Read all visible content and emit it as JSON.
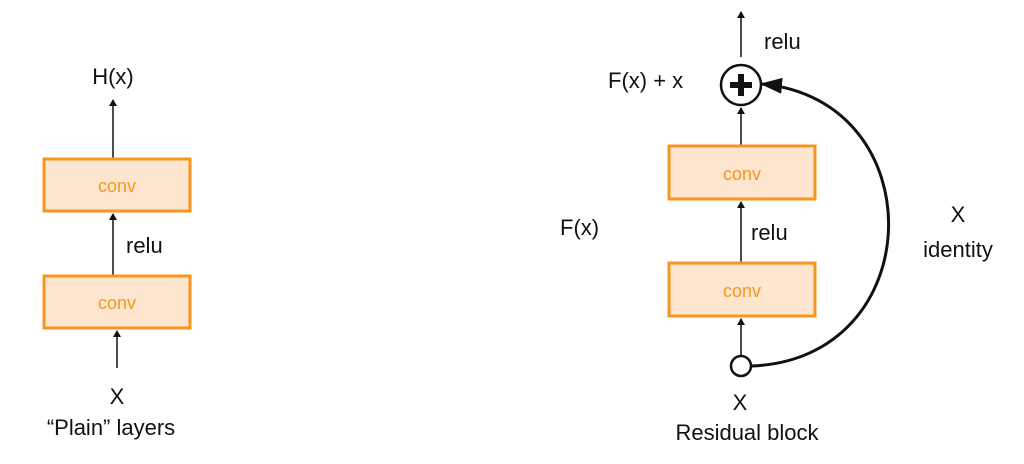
{
  "colors": {
    "box_fill": "#fde5cf",
    "box_stroke": "#f7961e",
    "box_text": "#f7961e",
    "line": "#111111"
  },
  "plain": {
    "output_label": "H(x)",
    "box_top_label": "conv",
    "box_bottom_label": "conv",
    "activation_label": "relu",
    "input_label": "X",
    "caption": "“Plain” layers"
  },
  "residual": {
    "top_activation_label": "relu",
    "sum_label": "F(x) + x",
    "sum_icon": "plus-icon",
    "box_top_label": "conv",
    "box_bottom_label": "conv",
    "activation_label": "relu",
    "function_label": "F(x)",
    "skip_label_x": "X",
    "skip_label_identity": "identity",
    "input_label": "X",
    "caption": "Residual block"
  }
}
